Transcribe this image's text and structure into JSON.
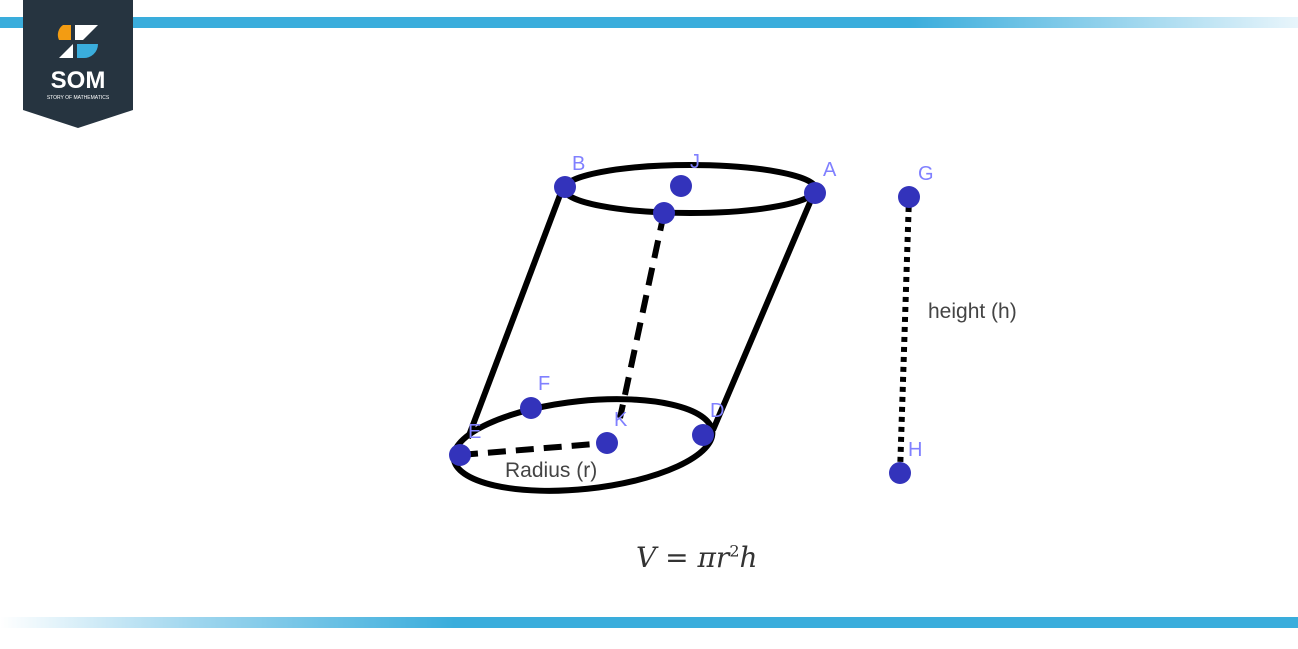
{
  "logo": {
    "text": "SOM",
    "subtitle": "STORY OF MATHEMATICS",
    "colors": {
      "bg": "#263440",
      "orange": "#f39c12",
      "blue": "#3aaddc"
    }
  },
  "diagram": {
    "points": [
      "B",
      "J",
      "A",
      "G",
      "F",
      "E",
      "K",
      "D",
      "H"
    ],
    "radius_label": "Radius (r)",
    "height_label": "height (h)",
    "point_color": "#3333bb",
    "label_color": "#8080ff"
  },
  "formula": {
    "lhs": "V",
    "eq": "=",
    "pi": "π",
    "r": "r",
    "exp": "2",
    "h": "h"
  },
  "accent": "#3aaddc"
}
